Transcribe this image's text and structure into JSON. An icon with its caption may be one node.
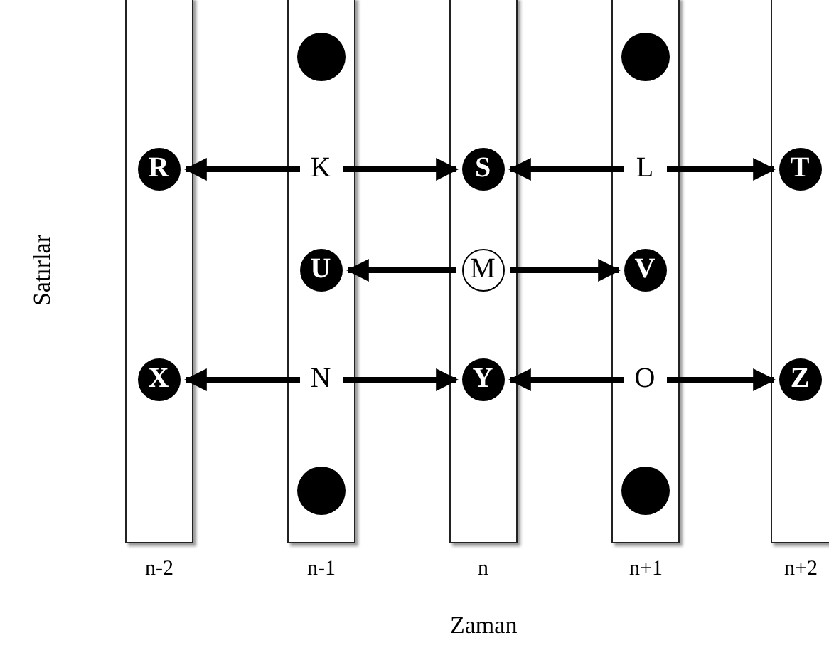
{
  "diagram": {
    "nodes": [
      {
        "text": [],
        "shape": "bar",
        "beside": [
          "n-2"
        ]
      },
      {
        "text": [
          "R"
        ],
        "in": 0
      },
      {
        "text": [
          "X"
        ],
        "in": 0
      },
      {
        "text": [],
        "shape": "bar",
        "beside": [
          "n-1"
        ]
      },
      {
        "text": [],
        "shape": "circle",
        "in": 3
      },
      {
        "text": [
          "K"
        ],
        "in": 3
      },
      {
        "text": [
          "U"
        ],
        "in": 3
      },
      {
        "text": [
          "N"
        ],
        "in": 3
      },
      {
        "text": [],
        "shape": "circle",
        "in": 3
      },
      {
        "text": [],
        "shape": "bar",
        "beside": [
          "n"
        ]
      },
      {
        "text": [
          "S"
        ],
        "in": 9
      },
      {
        "text": [
          "M"
        ],
        "in": 9
      },
      {
        "text": [
          "Y"
        ],
        "in": 9
      },
      {
        "text": [],
        "shape": "bar",
        "beside": [
          "n+1"
        ]
      },
      {
        "text": [],
        "shape": "circle",
        "in": 13
      },
      {
        "text": [
          "L"
        ],
        "in": 13
      },
      {
        "text": [
          "V"
        ],
        "in": 13
      },
      {
        "text": [
          "O"
        ],
        "in": 13
      },
      {
        "text": [],
        "shape": "circle",
        "in": 13
      },
      {
        "text": [],
        "shape": "bar",
        "beside": [
          "n+2"
        ]
      },
      {
        "text": [
          "T"
        ],
        "in": 19
      },
      {
        "text": [
          "Z"
        ],
        "in": 19
      }
    ],
    "edges": [
      {
        "from": 5,
        "to": 1,
        "arrow": "to"
      },
      {
        "from": 5,
        "to": 10,
        "arrow": "to"
      },
      {
        "from": 15,
        "to": 10,
        "arrow": "to"
      },
      {
        "from": 15,
        "to": 20,
        "arrow": "to"
      },
      {
        "from": 11,
        "to": 6,
        "arrow": "to"
      },
      {
        "from": 11,
        "to": 16,
        "arrow": "to"
      },
      {
        "from": 7,
        "to": 2,
        "arrow": "to"
      },
      {
        "from": 7,
        "to": 12,
        "arrow": "to"
      },
      {
        "from": 17,
        "to": 12,
        "arrow": "to"
      },
      {
        "from": 17,
        "to": 21,
        "arrow": "to"
      }
    ],
    "labels": [
      "Satırlar",
      "Zaman"
    ]
  }
}
